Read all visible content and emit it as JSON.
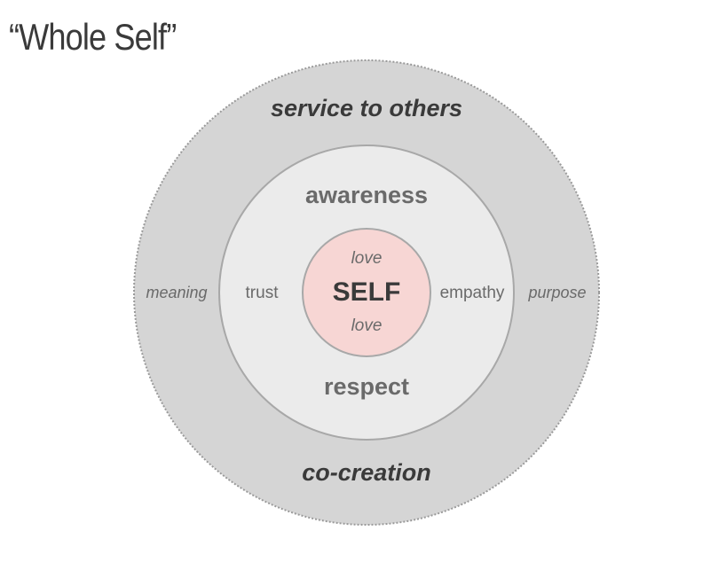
{
  "title": "“Whole Self”",
  "outer_ring": {
    "top": "service to others",
    "bottom": "co-creation",
    "left": "meaning",
    "right": "purpose"
  },
  "middle_ring": {
    "top": "awareness",
    "bottom": "respect",
    "left": "trust",
    "right": "empathy"
  },
  "core": {
    "center": "SELF",
    "top": "love",
    "bottom": "love"
  },
  "colors": {
    "outer_fill": "#d5d5d5",
    "middle_fill": "#ebebeb",
    "core_fill": "#f7d6d4",
    "ring_stroke": "#a8a8a8",
    "dark_text": "#3a3a3a",
    "muted_text": "#6a6a6a"
  }
}
